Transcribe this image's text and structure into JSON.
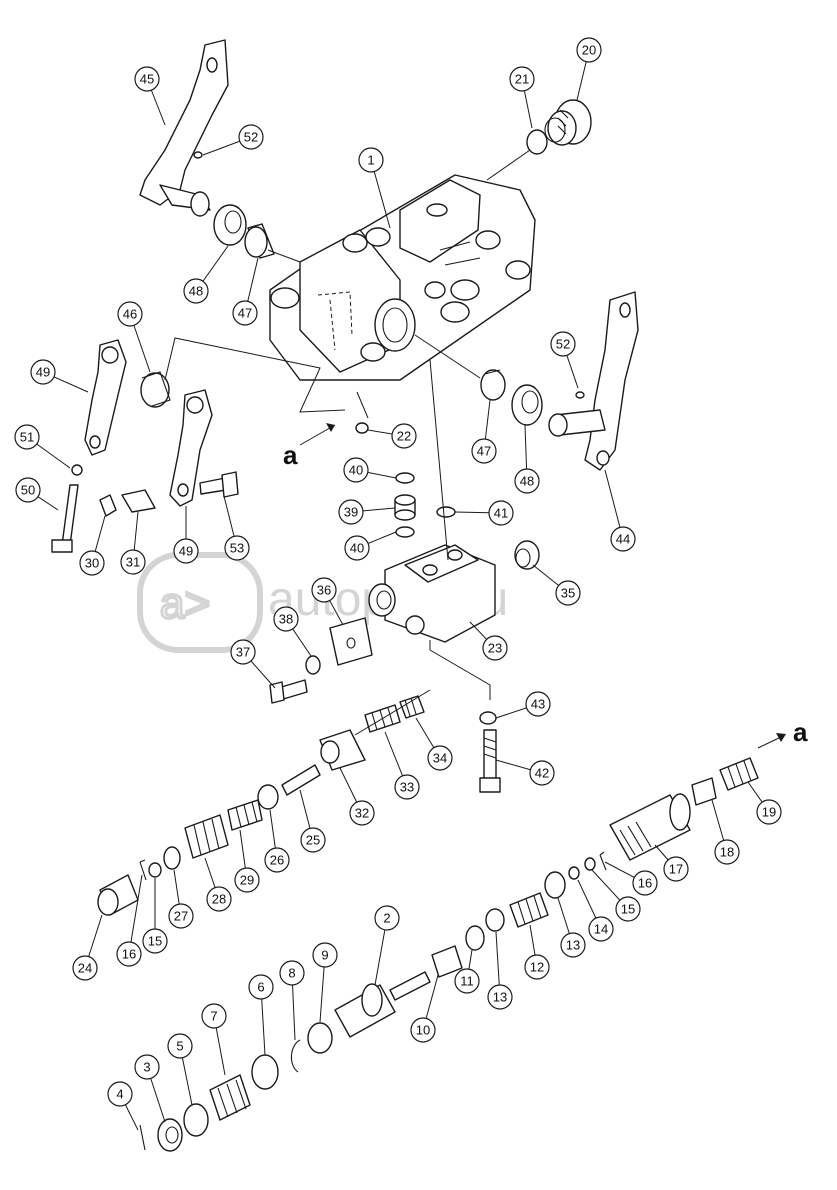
{
  "watermark": {
    "text": "autopiter.ru"
  },
  "markers": [
    {
      "id": "a-left",
      "label": "a"
    },
    {
      "id": "a-right",
      "label": "a"
    }
  ],
  "callouts": [
    {
      "label": "1"
    },
    {
      "label": "2"
    },
    {
      "label": "3"
    },
    {
      "label": "4"
    },
    {
      "label": "5"
    },
    {
      "label": "6"
    },
    {
      "label": "7"
    },
    {
      "label": "8"
    },
    {
      "label": "9"
    },
    {
      "label": "10"
    },
    {
      "label": "11"
    },
    {
      "label": "12"
    },
    {
      "label": "13"
    },
    {
      "label": "13"
    },
    {
      "label": "14"
    },
    {
      "label": "15"
    },
    {
      "label": "15"
    },
    {
      "label": "16"
    },
    {
      "label": "16"
    },
    {
      "label": "17"
    },
    {
      "label": "18"
    },
    {
      "label": "19"
    },
    {
      "label": "20"
    },
    {
      "label": "21"
    },
    {
      "label": "22"
    },
    {
      "label": "23"
    },
    {
      "label": "24"
    },
    {
      "label": "25"
    },
    {
      "label": "26"
    },
    {
      "label": "27"
    },
    {
      "label": "28"
    },
    {
      "label": "29"
    },
    {
      "label": "30"
    },
    {
      "label": "31"
    },
    {
      "label": "32"
    },
    {
      "label": "33"
    },
    {
      "label": "34"
    },
    {
      "label": "35"
    },
    {
      "label": "36"
    },
    {
      "label": "37"
    },
    {
      "label": "38"
    },
    {
      "label": "39"
    },
    {
      "label": "40"
    },
    {
      "label": "40"
    },
    {
      "label": "41"
    },
    {
      "label": "42"
    },
    {
      "label": "43"
    },
    {
      "label": "44"
    },
    {
      "label": "45"
    },
    {
      "label": "46"
    },
    {
      "label": "47"
    },
    {
      "label": "47"
    },
    {
      "label": "48"
    },
    {
      "label": "48"
    },
    {
      "label": "49"
    },
    {
      "label": "49"
    },
    {
      "label": "50"
    },
    {
      "label": "51"
    },
    {
      "label": "52"
    },
    {
      "label": "52"
    },
    {
      "label": "53"
    }
  ]
}
